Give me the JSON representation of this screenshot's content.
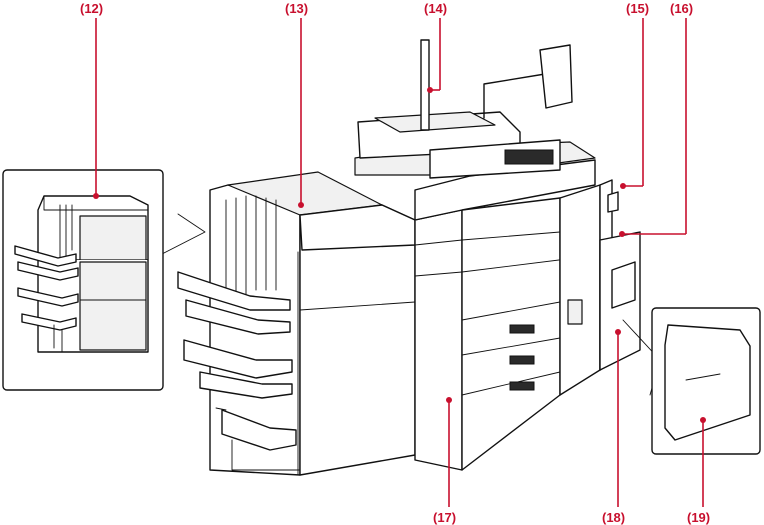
{
  "callouts": [
    {
      "id": "c12",
      "label": "(12)"
    },
    {
      "id": "c13",
      "label": "(13)"
    },
    {
      "id": "c14",
      "label": "(14)"
    },
    {
      "id": "c15",
      "label": "(15)"
    },
    {
      "id": "c16",
      "label": "(16)"
    },
    {
      "id": "c17",
      "label": "(17)"
    },
    {
      "id": "c18",
      "label": "(18)"
    },
    {
      "id": "c19",
      "label": "(19)"
    }
  ],
  "colors": {
    "callout": "#c8102e",
    "line": "#111111"
  }
}
